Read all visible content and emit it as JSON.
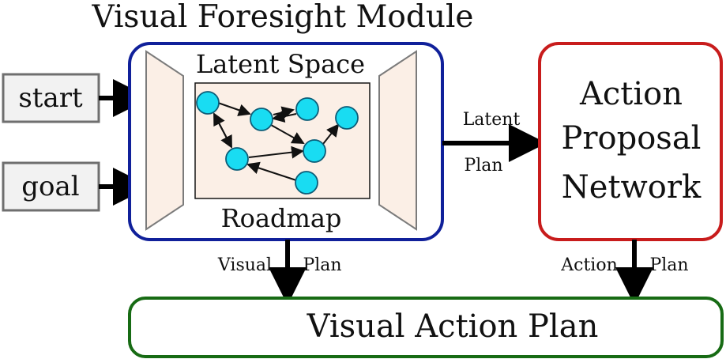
{
  "module_title": "Visual Foresight Module",
  "inputs": {
    "start_label": "start",
    "goal_label": "goal"
  },
  "latent_space": {
    "title": "Latent Space",
    "roadmap_label": "Roadmap"
  },
  "arrows": {
    "latent_plan_top": "Latent",
    "latent_plan_bottom": "Plan",
    "visual_plan_left": "Visual",
    "visual_plan_right": "Plan",
    "action_plan_left": "Action",
    "action_plan_right": "Plan"
  },
  "action_proposal_network": {
    "line1": "Action",
    "line2": "Proposal",
    "line3": "Network"
  },
  "output": {
    "label": "Visual Action Plan"
  },
  "colors": {
    "module_border": "#10209a",
    "network_border": "#c81c1c",
    "output_border": "#176b14",
    "input_fill": "#f2f2f2",
    "input_border": "#6f6f6f",
    "trapezoid_fill": "#fbefe6",
    "roadmap_fill": "#fbefe6",
    "node_fill": "#19dcf2",
    "node_stroke": "#0c5d78",
    "arrow": "#000000"
  }
}
